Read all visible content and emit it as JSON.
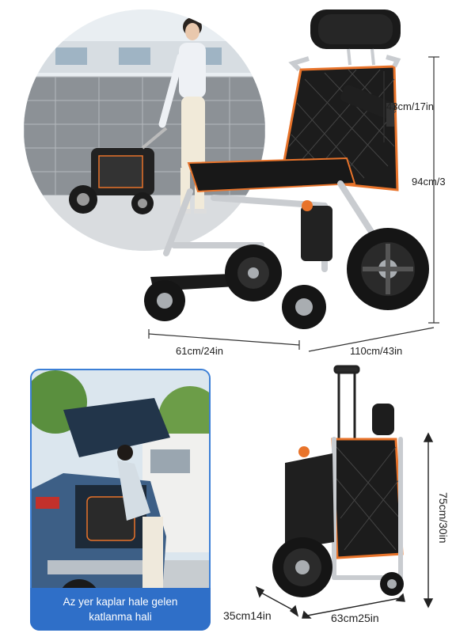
{
  "top_product": {
    "dimensions": {
      "seat_back_height": "43cm/17in",
      "total_height": "94cm/3",
      "depth": "61cm/24in",
      "length": "110cm/43in"
    }
  },
  "bottom_product": {
    "dimensions": {
      "folded_height": "75cm/30in",
      "folded_depth": "35cm14in",
      "folded_length": "63cm25in"
    },
    "caption": {
      "line1": "Az yer kaplar hale gelen",
      "line2": "katlanma hali"
    }
  },
  "colors": {
    "accent_orange": "#e8732a",
    "frame_silver": "#c9ccd0",
    "upholstery_black": "#1c1c1c",
    "caption_blue": "#2f6fc8",
    "car_blue": "#3d5f86"
  }
}
